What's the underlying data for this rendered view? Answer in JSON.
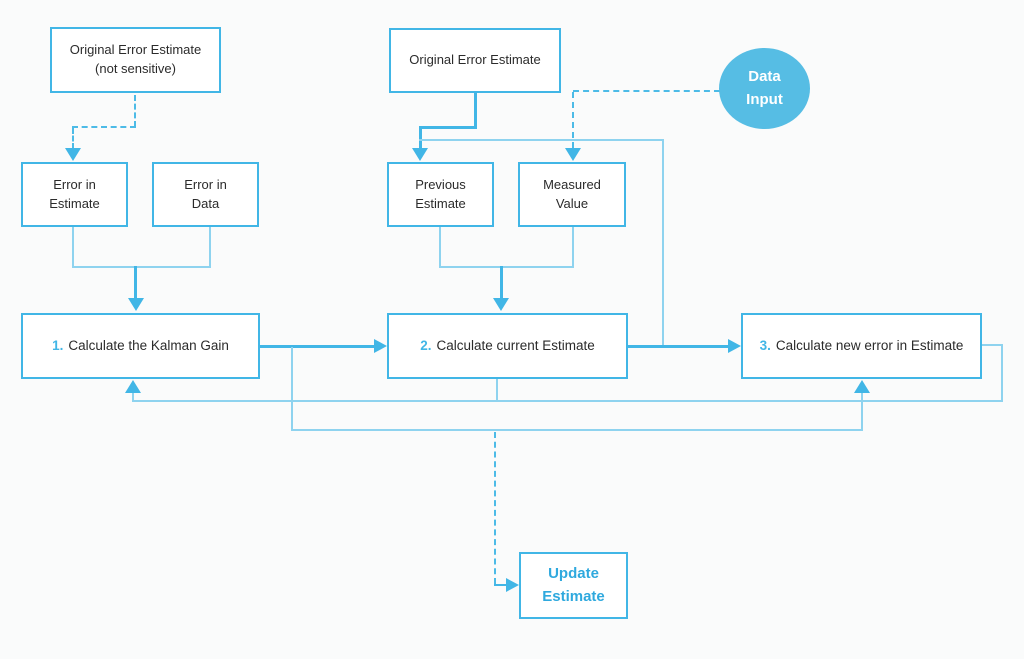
{
  "colors": {
    "accent": "#41b6e6",
    "accent_light": "#8ed3ef",
    "dash": "#4cbbe7",
    "circle_fill": "#56bde4",
    "text_dark": "#2b2b2b",
    "step_blue": "#2fa9de",
    "background": "#fafbfb"
  },
  "nodes": {
    "original_error_not_sensitive": {
      "line1": "Original Error Estimate",
      "line2": "(not sensitive)"
    },
    "error_in_estimate": {
      "line1": "Error in",
      "line2": "Estimate"
    },
    "error_in_data": {
      "line1": "Error in",
      "line2": "Data"
    },
    "original_error": {
      "label": "Original Error Estimate"
    },
    "previous_estimate": {
      "line1": "Previous",
      "line2": "Estimate"
    },
    "measured_value": {
      "line1": "Measured",
      "line2": "Value"
    },
    "data_input": {
      "line1": "Data",
      "line2": "Input"
    },
    "step1": {
      "num": "1.",
      "label": "Calculate the Kalman Gain"
    },
    "step2": {
      "num": "2.",
      "label": "Calculate current Estimate"
    },
    "step3": {
      "num": "3.",
      "label": "Calculate new error in Estimate"
    },
    "update_estimate": {
      "line1": "Update",
      "line2": "Estimate"
    }
  }
}
